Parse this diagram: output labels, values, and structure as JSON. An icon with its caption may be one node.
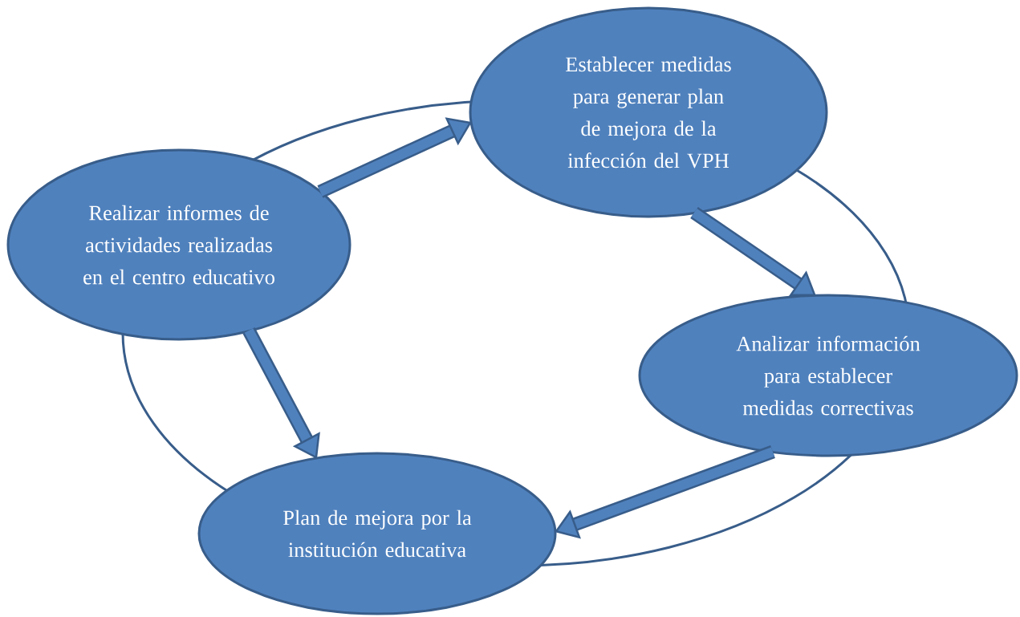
{
  "diagram": {
    "nodes": [
      {
        "text": [
          "Establecer medidas para generar plan de mejora de la infección del VPH"
        ]
      },
      {
        "text": [
          "Realizar informes de actividades realizadas en el centro educativo"
        ]
      },
      {
        "text": [
          "Analizar información para establecer medidas correctivas"
        ]
      },
      {
        "text": [
          "Plan de mejora por la institución educativa"
        ]
      }
    ],
    "edges": [
      {
        "from": 1,
        "to": 0,
        "arrow": "to"
      },
      {
        "from": 0,
        "to": 2,
        "arrow": "to"
      },
      {
        "from": 2,
        "to": 3,
        "arrow": "to"
      },
      {
        "from": 1,
        "to": 3,
        "arrow": "to"
      }
    ]
  }
}
